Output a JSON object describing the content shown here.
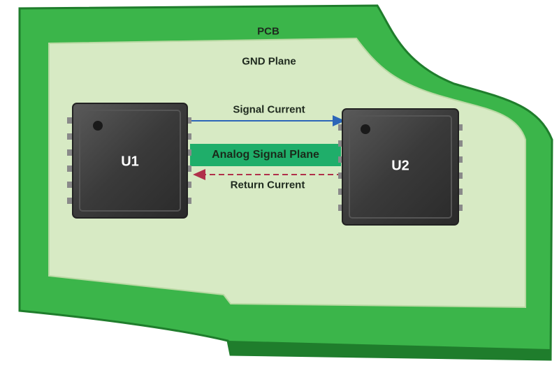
{
  "labels": {
    "pcb": "PCB",
    "gnd_plane": "GND Plane",
    "signal_current": "Signal Current",
    "analog_signal_plane": "Analog Signal Plane",
    "return_current": "Return Current",
    "chip_u1": "U1",
    "chip_u2": "U2"
  },
  "colors": {
    "pcb_green": "#3bb54a",
    "pcb_edge": "#1f7d2c",
    "gnd_plane_fill": "#d7eac4",
    "chip_body": "#3f3f3f",
    "analog_plane": "#1fae6a",
    "signal_arrow": "#2c66b8",
    "return_arrow": "#b0304a"
  }
}
